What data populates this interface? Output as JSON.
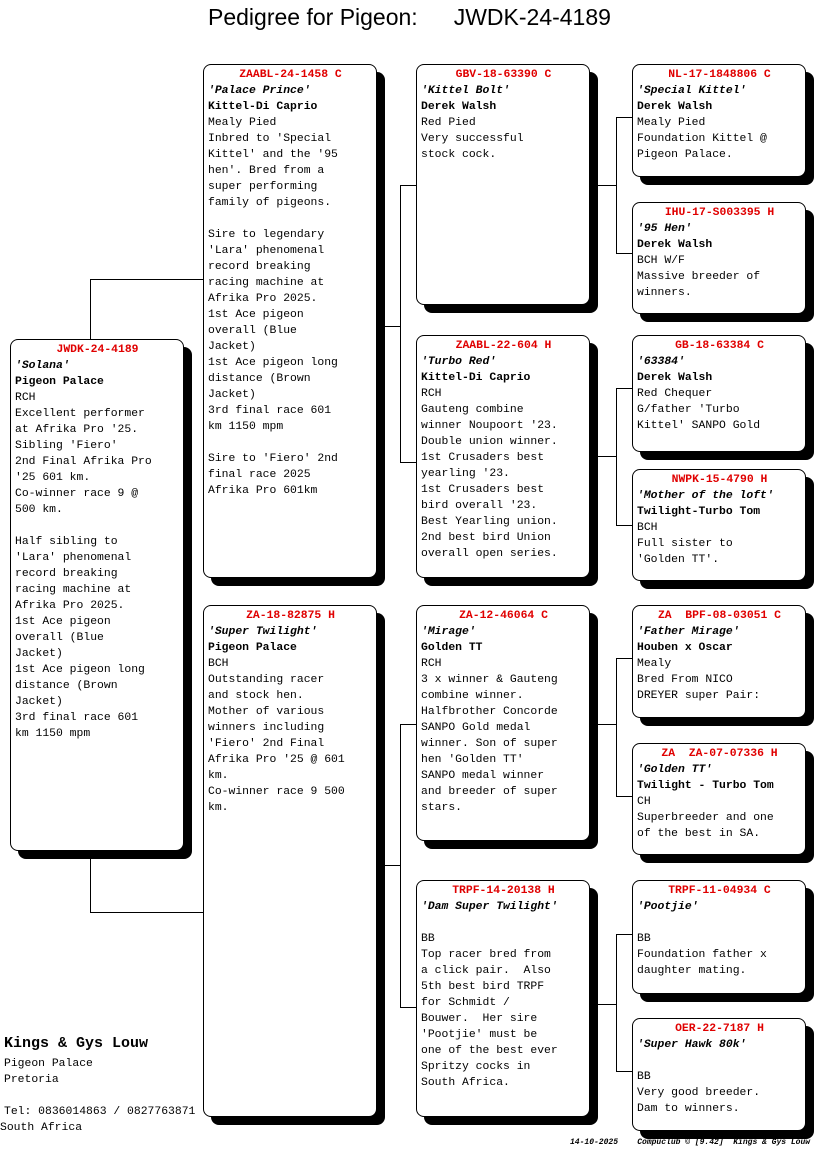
{
  "header": {
    "title": "Pedigree for Pigeon:",
    "ring": "JWDK-24-4189"
  },
  "colors": {
    "ring": "#e00000",
    "shadow": "#000000"
  },
  "pigeons": [
    {
      "ring": "JWDK-24-4189",
      "name": "'Solana'",
      "strain": "Pigeon Palace",
      "lines": [
        "RCH",
        "Excellent performer",
        "at Afrika Pro '25.",
        "Sibling 'Fiero'",
        "2nd Final Afrika Pro",
        "'25 601 km.",
        "Co-winner race 9 @",
        "500 km.",
        "",
        "Half sibling to",
        "'Lara' phenomenal",
        "record breaking",
        "racing machine at",
        "Afrika Pro 2025.",
        "1st Ace pigeon",
        "overall (Blue",
        "Jacket)",
        "1st Ace pigeon long",
        "distance (Brown",
        "Jacket)",
        "3rd final race 601",
        "km 1150 mpm"
      ]
    },
    {
      "ring": "ZAABL-24-1458 C",
      "name": "'Palace Prince'",
      "strain": "Kittel-Di Caprio",
      "lines": [
        "Mealy Pied",
        "Inbred to 'Special",
        "Kittel' and the '95",
        "hen'. Bred from a",
        "super performing",
        "family of pigeons.",
        "",
        "Sire to legendary",
        "'Lara' phenomenal",
        "record breaking",
        "racing machine at",
        "Afrika Pro 2025.",
        "1st Ace pigeon",
        "overall (Blue",
        "Jacket)",
        "1st Ace pigeon long",
        "distance (Brown",
        "Jacket)",
        "3rd final race 601",
        "km 1150 mpm",
        "",
        "Sire to 'Fiero' 2nd",
        "final race 2025",
        "Afrika Pro 601km"
      ]
    },
    {
      "ring": "ZA-18-82875 H",
      "name": "'Super Twilight'",
      "strain": "Pigeon Palace",
      "lines": [
        "BCH",
        "Outstanding racer",
        "and stock hen.",
        "Mother of various",
        "winners including",
        "'Fiero' 2nd Final",
        "Afrika Pro '25 @ 601",
        "km.",
        "Co-winner race 9 500",
        "km."
      ]
    },
    {
      "ring": "GBV-18-63390 C",
      "name": "'Kittel Bolt'",
      "strain": "Derek Walsh",
      "lines": [
        "Red Pied",
        "Very successful",
        "stock cock."
      ]
    },
    {
      "ring": "ZAABL-22-604 H",
      "name": "'Turbo Red'",
      "strain": "Kittel-Di Caprio",
      "lines": [
        "RCH",
        "Gauteng combine",
        "winner Noupoort '23.",
        "Double union winner.",
        "1st Crusaders best",
        "yearling '23.",
        "1st Crusaders best",
        "bird overall '23.",
        "Best Yearling union.",
        "2nd best bird Union",
        "overall open series."
      ]
    },
    {
      "ring": "ZA-12-46064 C",
      "name": "'Mirage'",
      "strain": "Golden TT",
      "lines": [
        "RCH",
        "3 x winner & Gauteng",
        "combine winner.",
        "Halfbrother Concorde",
        "SANPO Gold medal",
        "winner. Son of super",
        "hen 'Golden TT'",
        "SANPO medal winner",
        "and breeder of super",
        "stars."
      ]
    },
    {
      "ring": "TRPF-14-20138 H",
      "name": "'Dam Super Twilight'",
      "strain": "",
      "lines": [
        "BB",
        "Top racer bred from",
        "a click pair.  Also",
        "5th best bird TRPF",
        "for Schmidt /",
        "Bouwer.  Her sire",
        "'Pootjie' must be",
        "one of the best ever",
        "Spritzy cocks in",
        "South Africa."
      ]
    },
    {
      "ring": "NL-17-1848806 C",
      "name": "'Special Kittel'",
      "strain": "Derek Walsh",
      "lines": [
        "Mealy Pied",
        "Foundation Kittel @",
        "Pigeon Palace."
      ]
    },
    {
      "ring": "IHU-17-S003395 H",
      "name": "'95 Hen'",
      "strain": "Derek Walsh",
      "lines": [
        "BCH W/F",
        "Massive breeder of",
        "winners."
      ]
    },
    {
      "ring": "GB-18-63384 C",
      "name": "'63384'",
      "strain": "Derek Walsh",
      "lines": [
        "Red Chequer",
        "G/father 'Turbo",
        "Kittel' SANPO Gold"
      ]
    },
    {
      "ring": "NWPK-15-4790 H",
      "name": "'Mother of the loft'",
      "strain": "Twilight-Turbo Tom",
      "lines": [
        "BCH",
        "Full sister to",
        "'Golden TT'."
      ]
    },
    {
      "ring": "ZA  BPF-08-03051 C",
      "name": "'Father Mirage'",
      "strain": "Houben x Oscar",
      "lines": [
        "Mealy",
        "Bred From NICO",
        "DREYER super Pair:"
      ]
    },
    {
      "ring": "ZA  ZA-07-07336 H",
      "name": "'Golden TT'",
      "strain": "Twilight - Turbo Tom",
      "lines": [
        "CH",
        "Superbreeder and one",
        "of the best in SA."
      ]
    },
    {
      "ring": "TRPF-11-04934 C",
      "name": "'Pootjie'",
      "strain": "",
      "lines": [
        "BB",
        "Foundation father x",
        "daughter mating."
      ]
    },
    {
      "ring": "OER-22-7187 H",
      "name": "'Super Hawk 80k'",
      "strain": "",
      "lines": [
        "BB",
        "Very good breeder.",
        "Dam to winners."
      ]
    }
  ],
  "owner": {
    "name": "Kings & Gys Louw",
    "loft": "Pigeon Palace",
    "city": "Pretoria",
    "tel": "Tel: 0836014863 / 0827763871",
    "country": "South Africa"
  },
  "footer": {
    "date": "14-10-2025",
    "software": "Compuclub © [9.42]",
    "owner": "Kings & Gys Louw"
  }
}
